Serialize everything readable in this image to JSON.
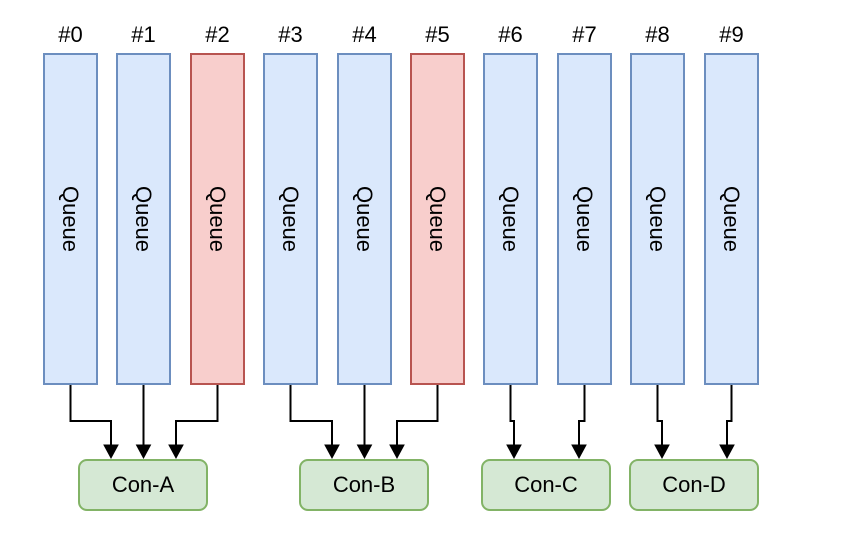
{
  "diagram": {
    "queues": [
      {
        "index_label": "#0",
        "body_label": "Queue",
        "variant": "normal"
      },
      {
        "index_label": "#1",
        "body_label": "Queue",
        "variant": "normal"
      },
      {
        "index_label": "#2",
        "body_label": "Queue",
        "variant": "highlighted"
      },
      {
        "index_label": "#3",
        "body_label": "Queue",
        "variant": "normal"
      },
      {
        "index_label": "#4",
        "body_label": "Queue",
        "variant": "normal"
      },
      {
        "index_label": "#5",
        "body_label": "Queue",
        "variant": "highlighted"
      },
      {
        "index_label": "#6",
        "body_label": "Queue",
        "variant": "normal"
      },
      {
        "index_label": "#7",
        "body_label": "Queue",
        "variant": "normal"
      },
      {
        "index_label": "#8",
        "body_label": "Queue",
        "variant": "normal"
      },
      {
        "index_label": "#9",
        "body_label": "Queue",
        "variant": "normal"
      }
    ],
    "consumers": [
      {
        "label": "Con-A"
      },
      {
        "label": "Con-B"
      },
      {
        "label": "Con-C"
      },
      {
        "label": "Con-D"
      }
    ],
    "edges": [
      {
        "from": "#0",
        "to": "Con-A"
      },
      {
        "from": "#1",
        "to": "Con-A"
      },
      {
        "from": "#2",
        "to": "Con-A"
      },
      {
        "from": "#3",
        "to": "Con-B"
      },
      {
        "from": "#4",
        "to": "Con-B"
      },
      {
        "from": "#5",
        "to": "Con-B"
      },
      {
        "from": "#6",
        "to": "Con-C"
      },
      {
        "from": "#7",
        "to": "Con-C"
      },
      {
        "from": "#8",
        "to": "Con-D"
      },
      {
        "from": "#9",
        "to": "Con-D"
      }
    ],
    "colors": {
      "queue_fill": "#dae8fc",
      "queue_stroke": "#6c8ebf",
      "queue_highlight_fill": "#f8cecc",
      "queue_highlight_stroke": "#b85450",
      "consumer_fill": "#d5e8d4",
      "consumer_stroke": "#82b366",
      "edge": "#000000",
      "background": "#ffffff",
      "text": "#000000"
    }
  }
}
